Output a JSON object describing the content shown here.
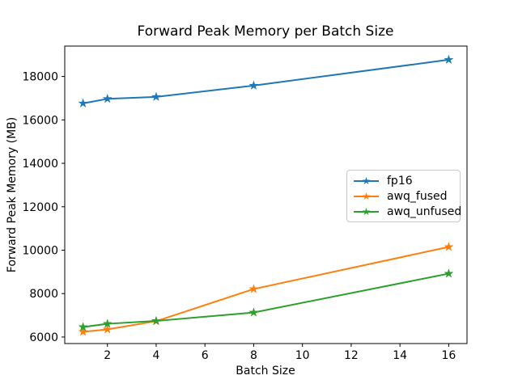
{
  "chart_data": {
    "type": "line",
    "title": "Forward Peak Memory per Batch Size",
    "xlabel": "Batch Size",
    "ylabel": "Forward Peak Memory (MB)",
    "x": [
      1,
      2,
      4,
      8,
      16
    ],
    "series": [
      {
        "name": "fp16",
        "color": "#1f77b4",
        "values": [
          16760,
          16970,
          17060,
          17580,
          18770
        ]
      },
      {
        "name": "awq_fused",
        "color": "#ff7f0e",
        "values": [
          6240,
          6350,
          6730,
          8210,
          10150
        ]
      },
      {
        "name": "awq_unfused",
        "color": "#2ca02c",
        "values": [
          6460,
          6610,
          6740,
          7130,
          8920
        ]
      }
    ],
    "xticks": [
      2,
      4,
      6,
      8,
      10,
      12,
      14,
      16
    ],
    "yticks": [
      6000,
      8000,
      10000,
      12000,
      14000,
      16000,
      18000
    ],
    "xlim": [
      0.25,
      16.75
    ],
    "ylim": [
      5700,
      19400
    ],
    "grid": false,
    "marker": "star",
    "legend_position": "center right",
    "background": "#ffffff",
    "axis_color": "#000000"
  }
}
